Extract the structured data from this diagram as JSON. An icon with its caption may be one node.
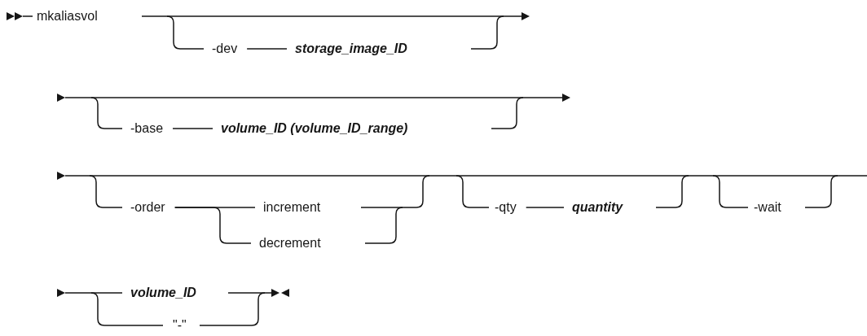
{
  "diagram": {
    "nodes": [
      {
        "text": [
          "mkaliasvol"
        ]
      },
      {
        "text": [
          "-dev"
        ]
      },
      {
        "text": [
          "storage_image_ID"
        ]
      },
      {
        "text": [
          "-base"
        ]
      },
      {
        "text": [
          "volume_ID (volume_ID_range)"
        ]
      },
      {
        "text": [
          "-order"
        ]
      },
      {
        "text": [
          "increment"
        ]
      },
      {
        "text": [
          "decrement"
        ]
      },
      {
        "text": [
          "-qty"
        ]
      },
      {
        "text": [
          "quantity"
        ]
      },
      {
        "text": [
          "-wait"
        ]
      },
      {
        "text": [
          "volume_ID"
        ]
      },
      {
        "text": [
          "\"-\""
        ]
      }
    ],
    "edges": [
      {
        "from": 1,
        "to": 2,
        "arrow": "none"
      },
      {
        "from": 3,
        "to": 4,
        "arrow": "none"
      },
      {
        "from": 5,
        "to": 6,
        "arrow": "none"
      },
      {
        "from": 5,
        "to": 7,
        "arrow": "none"
      },
      {
        "from": 8,
        "to": 9,
        "arrow": "none"
      }
    ]
  }
}
